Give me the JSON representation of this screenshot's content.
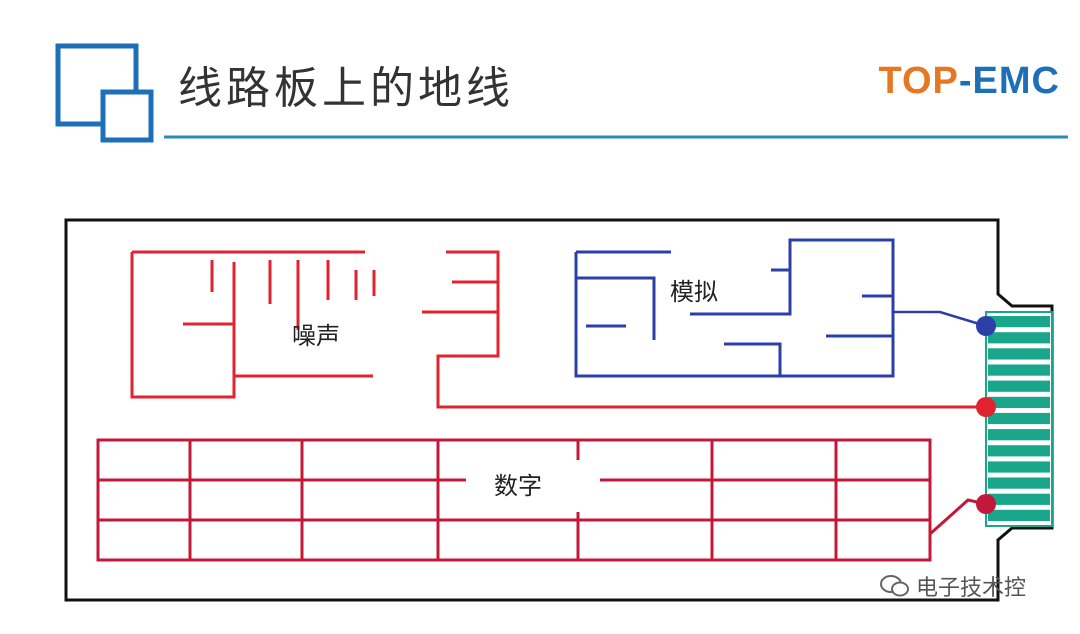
{
  "header": {
    "title": "线路板上的地线",
    "brand_part1": "TOP",
    "brand_sep": "-",
    "brand_part2": "EMC"
  },
  "diagram": {
    "labels": {
      "noise": "噪声",
      "analog": "模拟",
      "digital": "数字"
    }
  },
  "watermark": {
    "text": "电子技术控"
  },
  "colors": {
    "frame_blue": "#1d6fb8",
    "noise_red": "#e0242f",
    "analog_blue": "#2c3fa8",
    "digital_red": "#c4183a",
    "connector_green": "#1aa68a",
    "brand_orange": "#e87722"
  }
}
